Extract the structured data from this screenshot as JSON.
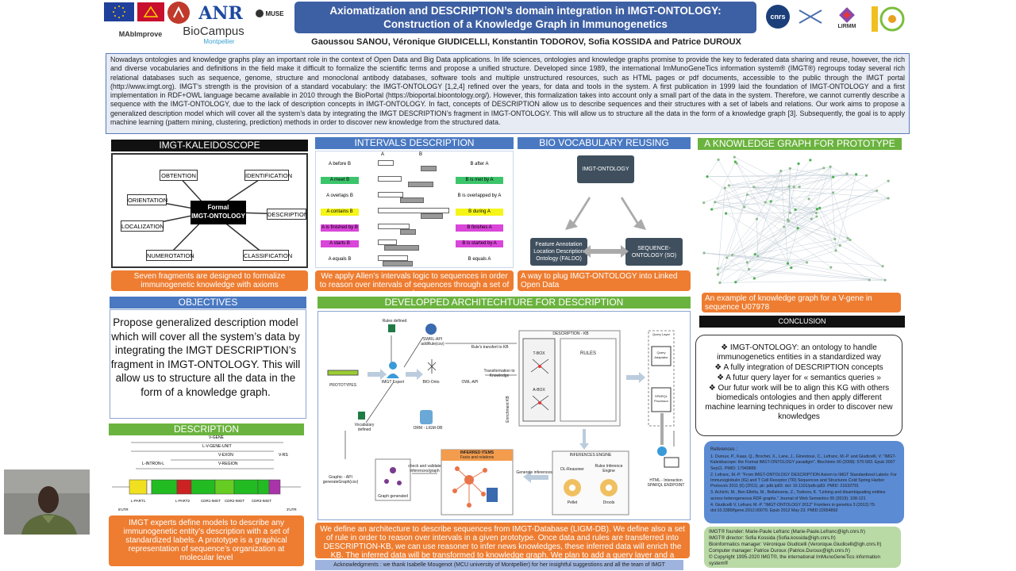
{
  "header": {
    "title_line1": "Axiomatization and DESCRIPTION’s domain integration in IMGT-ONTOLOGY:",
    "title_line2": "Construction of a Knowledge Graph in Immunogenetics",
    "authors": "Gaoussou SANOU, Véronique GIUDICELLI, Konstantin TODOROV, Sofia KOSSIDA and Patrice DUROUX"
  },
  "logos": {
    "anr": "ANR",
    "muse": "MUSE",
    "mabimprove": "MAbImprove",
    "biocampus": "BioCampus",
    "biocampus_sub": "Montpellier",
    "cnrs": "cnrs",
    "lirmm": "LIRMM"
  },
  "intro": "Nowadays ontologies and knowledge graphs play an important role in the context of Open Data and Big Data applications. In life sciences, ontologies and knowledge graphs promise to provide the key to federated data sharing and reuse, however, the rich and diverse vocabularies and definitions in the field make it difficult to formalize the scientific terms and propose a unified structure. Developed since 1989, the international ImMunoGeneTics information system® (IMGT®) regroups today several rich relational databases such as sequence, genome, structure and monoclonal antibody databases, software tools and multiple unstructured resources, such as HTML pages or pdf documents, accessible to the public through the IMGT portal (http://www.imgt.org). IMGT’s strength is the provision of a standard vocabulary: the IMGT-ONTOLOGY [1,2,4] refined over the years, for data and tools in the system. A first publication in 1999 laid the foundation of  IMGT-ONTOLOGY and a first implementation in RDF+OWL language became available in 2010 through the BioPortal (https://bioportal.bioontology.org/). However, this formalization takes into account  only a small part of the data in the system. Therefore, we cannot currently describe a sequence with the IMGT-ONTOLOGY, due to the lack of description concepts in IMGT-ONTOLOGY. In fact, concepts of DESCRIPTION  allow us to describe sequences and their structures with a set of labels and relations. Our work aims to propose a generalized description model which will cover all the system’s data by integrating the IMGT DESCRIPTION’s fragment in IMGT-ONTOLOGY. This will allow us to structure all the data in the form of a knowledge graph [3]. Subsequently, the goal is to  apply machine learning (pattern mining, clustering, prediction) methods in order to discover new knowledge from the structured data.",
  "kaleidoscope": {
    "header": "IMGT-KALEIDOSCOPE",
    "center_line1": "Formal",
    "center_line2": "IMGT-ONTOLOGY",
    "boxes": [
      "OBTENTION",
      "IDENTIFICATION",
      "ORIENTATION",
      "DESCRIPTION",
      "LOCALIZATION",
      "NUMEROTATION",
      "CLASSIFICATION"
    ],
    "caption": "Seven fragments are designed to formalize immunogenetic knowledge with axioms"
  },
  "intervals": {
    "header": "INTERVALS DESCRIPTION",
    "col_a": "A",
    "col_b": "B",
    "left": [
      "A before B",
      "A meet B",
      "A overlaps B",
      "A contains B",
      "A is finished by B",
      "A starts B",
      "A equals B"
    ],
    "right": [
      "B after A",
      "B is met by A",
      "B is overlapped by A",
      "B during A",
      "B finishes A",
      "B is started by A",
      "B equals A"
    ],
    "caption": "We apply Allen’s intervals logic to sequences in order to reason over intervals of sequences through a set of rules"
  },
  "bio": {
    "header": "BIO VOCABULARY REUSING",
    "top": "IMGT-ONTOLOGY",
    "left": "Feature Annotation Location Description Ontology (FALDO)",
    "right": "SEQUENCE-ONTOLOGY (SO)",
    "caption": "A way to plug IMGT-ONTOLOGY into Linked Open Data"
  },
  "kg": {
    "header": "A KNOWLEDGE GRAPH FOR PROTOTYPE",
    "caption": "An example of knowledge graph for a V-gene in sequence U07978"
  },
  "objectives": {
    "header": "OBJECTIVES",
    "text": "Propose generalized description model which will cover all the system’s data by integrating the IMGT DESCRIPTION’s fragment in IMGT-ONTOLOGY. This will allow us to structure all the data in the form of a knowledge graph."
  },
  "description": {
    "header": "DESCRIPTION",
    "labels": [
      "V-GENE",
      "L-V-GENE-UNIT",
      "V-EXON",
      "V-RS",
      "L-INTRON-L",
      "V-REGION",
      "L-PART1",
      "L-PART2",
      "CDR1-IMGT",
      "CDR2-IMGT",
      "CDR3-IMGT",
      "3'UTR",
      "5'UTR"
    ],
    "caption": "IMGT experts define models to describe any immunogenetic entity’s description with a set of standardized labels. A prototype is a graphical representation of sequence’s organization at molecular level"
  },
  "architecture": {
    "header": "DEVELOPPED ARCHITECHTURE FOR DESCRIPTION",
    "labels": {
      "rules_defined": "Rules defined",
      "swrl": "SWRL-API addRule(csv)",
      "rules_transfer": "Rule's transfert to KB",
      "description_kb": "DESCRIPTION - KB",
      "tbox": "T-BOX",
      "abox": "A-BOX",
      "rules": "RULES",
      "query_layer": "Query Layer",
      "query_adaptator": "Query Adaptator",
      "sparql_processor": "SPARQL Processor",
      "prototypes": "PROTOTYPES",
      "imgt_expert": "IMGT Expert",
      "bio_onto": "BIO-Onto",
      "owl_api": "OWL-API",
      "transformation": "Transformation to Knowledge",
      "vocab_defined": "Vocabulary defined",
      "orm": "ORM - LIGM-DB",
      "graphic_api": "Graphic - API generateGraph(csv)",
      "check": "check and validate inferences/graph",
      "graph_generated": "Graph generated",
      "inferred_items": "INFERRED ITEMS",
      "facts": "Facts and relations",
      "generate_inferences": "Generate inferences",
      "inference_engine": "INFERENCES ENGINE",
      "dl_reasoner": "DL-Reasoner",
      "rules_engine": "Rules Inference Engine",
      "pellet": "Pellet",
      "drools": "Drools",
      "html": "HTML - Interaction SPARQL ENDPOINT",
      "enrichment": "Enrichment KB"
    },
    "caption": "We define an architecture to describe sequences from IMGT-Database (LIGM-DB). We define also a set of rule in order to reason over intervals in a given prototype. Once data and rules are transferred into  DESCRIPTION-KB, we can use reasoner to infer news knowledges, these inferred data will enrich the KB. The inferred data will be transformed to knowledge graph. We plan to add a query layer and a SPARQL endpoint."
  },
  "conclusion": {
    "header": "CONCLUSION",
    "items": [
      "IMGT-ONTOLOGY: an ontology to handle immunogenetics entities in a standardized way",
      "A fully integration of DESCRIPTION concepts",
      "A futur query layer for « semantics queries »",
      "Our futur work will be to align this KG with others biomedicals ontologies and then apply different machine learning techniques in order to discover new knowledges"
    ]
  },
  "references": {
    "title": "References :",
    "items": [
      "1. Duroux, P., Kaas, Q., Brochet, X., Lane, J., Ginestoux, C., Lefranc, M.-P. and Giudicelli, V. \"IMGT-Kaleidoscope: the Formal IMGT-ONTOLOGY paradigm\". Biochimie 90 (2008): 570-583. Epub 2007 Sep11. PMID: 17949886",
      "2. Lefranc, M.-P. \"From IMGT-ONTOLOGY DESCRIPTION Axiom to IMGT Standardized Labels: For Immunoglobulin (IG) and T Cell Receptor (TR) Sequences and Structures Cold Spring Harbor Protocols 2011 (6) (2011). pii: pdb.ip83. doi: 10.1101/pdb.ip83. PMID: 21632791",
      "3. Achichi, M., Ben Ellefia, M., Bellahsene, Z., Todorov, K. \"Linking and disambiguating entities across heterogeneous RDF graphs.\" Journal of Web Semantics 55 (2019): 108-121",
      "4. Giudicelli V, Lefranc M.-P. \"IMGT-ONTOLOGY 2012\" Frontiers in genetics 3 (2012):79. doi:10.3389/fgene.2012.00079. Epub 2012 May 23. PMID:22654892"
    ]
  },
  "footer": {
    "lines": [
      "IMGT® founder: Marie-Paule Lefranc (Marie-Paule.Lefranc@igh.cnrs.fr)",
      "IMGT® director: Sofia Kossida (Sofia.kossida@igh.cnrs.fr)",
      "Bioinformatics manager: Véronique Giudicelli (Veronique.Giudicelli@igh.cnrs.fr)",
      "Computer manager: Patrice Duroux (Patrice.Duroux@igh.cnrs.fr)",
      "© Copyright 1995-2020 IMGT®, the international ImMunoGeneTics information system®"
    ]
  },
  "acknowledgments": "Acknowledgments : we thank Isabelle Mougenot (MCU university of Montpellier) for her insightful suggestions and all the team of IMGT",
  "colors": {
    "title_bg": "#3d5fa3",
    "header_blue": "#4a79c2",
    "header_green": "#6bb33f",
    "caption_orange": "#ee7d31",
    "reference_blue": "#5b8bd3",
    "footer_green": "#b9d9a5"
  }
}
